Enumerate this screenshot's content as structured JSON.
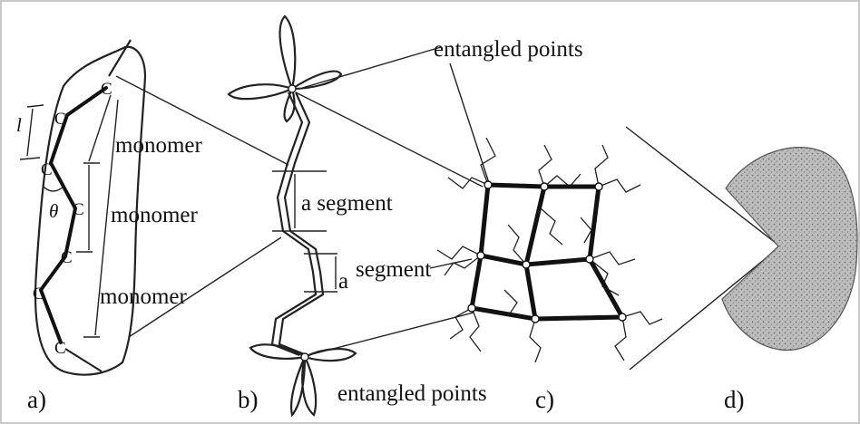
{
  "panel_a": {
    "label": "a)",
    "atom": "C",
    "bond_length_symbol": "l",
    "bond_angle_symbol": "θ",
    "monomer_labels": [
      "monomer",
      "monomer",
      "monomer"
    ]
  },
  "panel_b": {
    "label": "b)",
    "entangled_top": "entangled points",
    "segment_1": "a segment",
    "segment_2_prefix": "a",
    "segment_2": "segment",
    "entangled_bottom": "entangled points"
  },
  "panel_c": {
    "label": "c)"
  },
  "panel_d": {
    "label": "d)"
  },
  "colors": {
    "line": "#111111",
    "blob_fill": "#b5b5b5",
    "border": "#c8c8c8"
  }
}
